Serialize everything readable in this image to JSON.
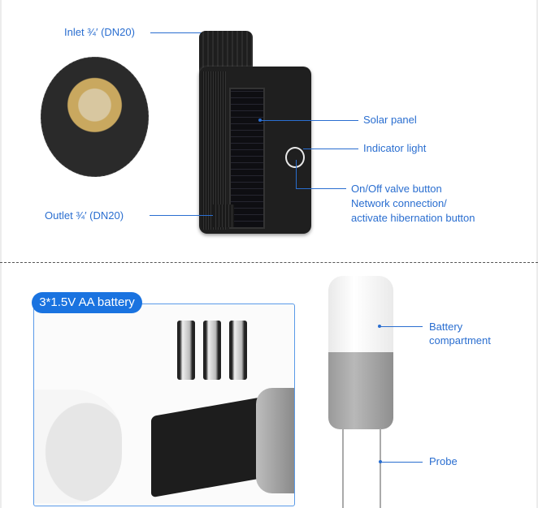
{
  "valve": {
    "inlet": "Inlet ¾′ (DN20)",
    "outlet": "Outlet ¾′ (DN20)",
    "solar_panel": "Solar panel",
    "indicator_light": "Indicator light",
    "button_lines": [
      "On/Off valve button",
      "Network connection/",
      "activate hibernation button"
    ]
  },
  "sensor": {
    "battery_badge": "3*1.5V AA battery",
    "battery_compartment_lines": [
      "Battery",
      "compartment"
    ],
    "probe": "Probe"
  },
  "colors": {
    "accent": "#2a6ed0",
    "badge": "#1a73e0"
  }
}
